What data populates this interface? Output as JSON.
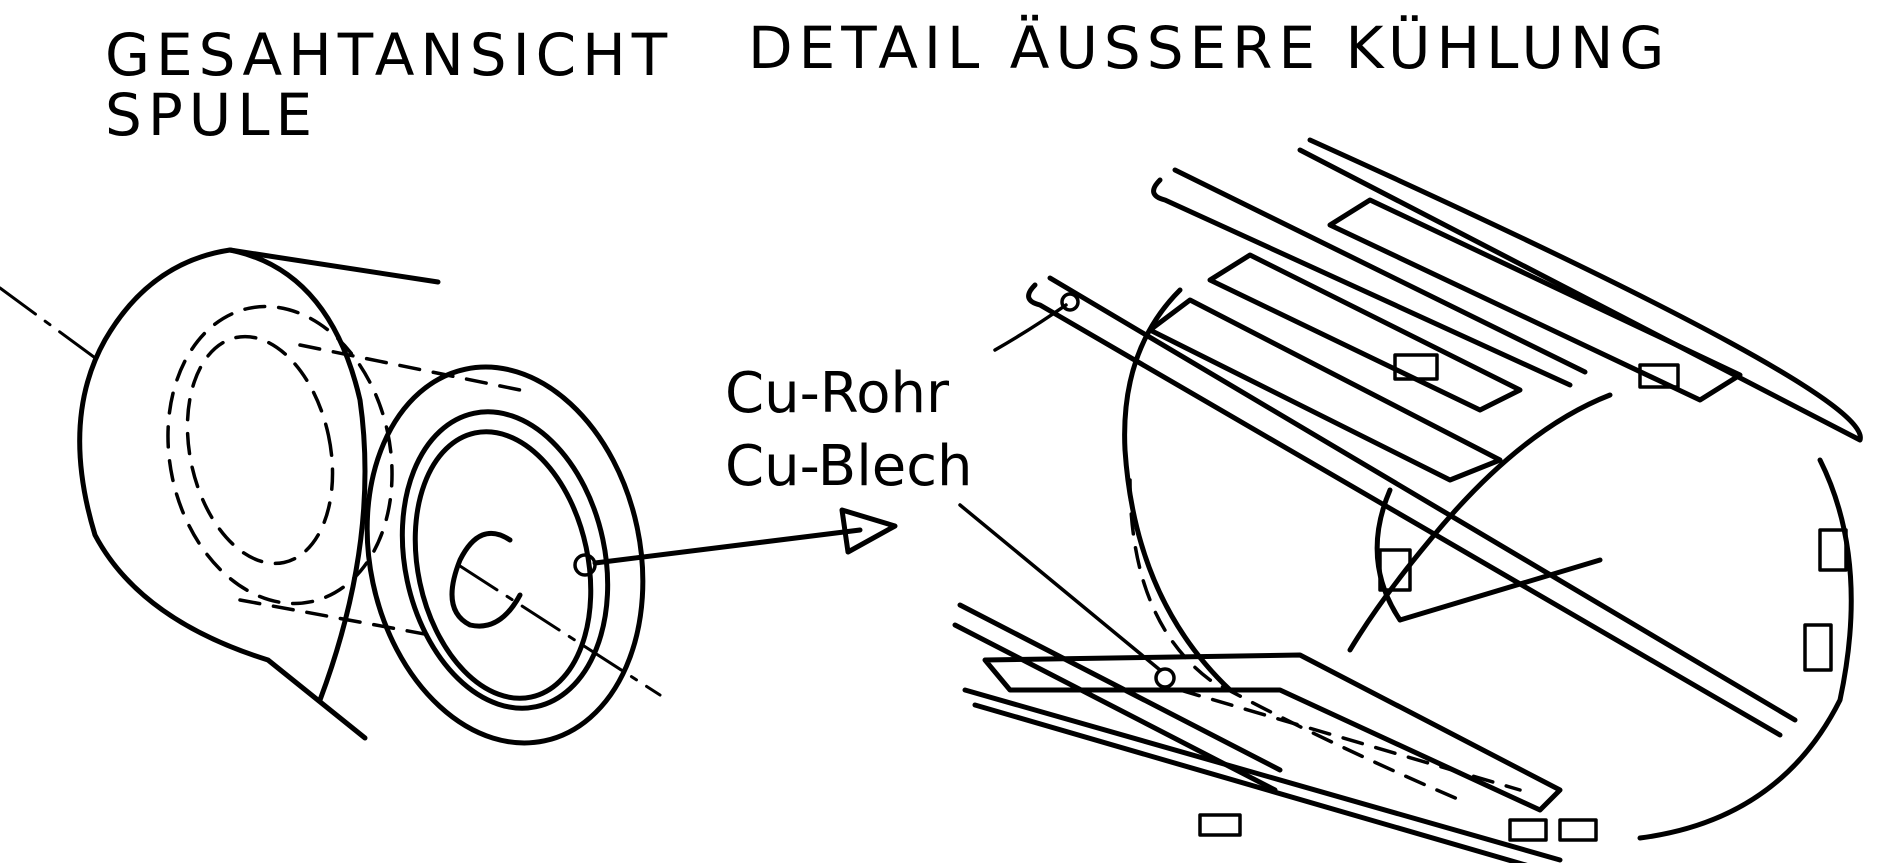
{
  "labels": {
    "overview_title_line1": "GESAHTANSICHT",
    "overview_title_line2": "SPULE",
    "detail_title": "DETAIL ÄUSSERE KÜHLUNG",
    "copper_tube": "Cu-Rohr",
    "copper_sheet": "Cu-Blech"
  },
  "colors": {
    "ink": "#000000",
    "paper": "#ffffff"
  }
}
